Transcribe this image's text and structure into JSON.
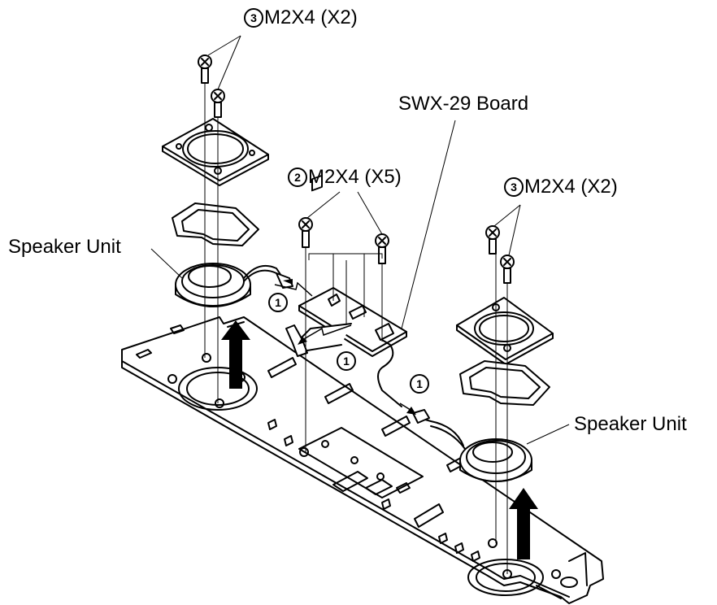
{
  "labels": {
    "screw_top_left": {
      "step": "3",
      "text": "M2X4 (X2)"
    },
    "screw_mid": {
      "step": "2",
      "text": "M2X4 (X5)"
    },
    "screw_right": {
      "step": "3",
      "text": "M2X4 (X2)"
    },
    "board": "SWX-29 Board",
    "speaker_left": "Speaker Unit",
    "speaker_right": "Speaker Unit"
  },
  "callouts": {
    "step1": "1"
  }
}
